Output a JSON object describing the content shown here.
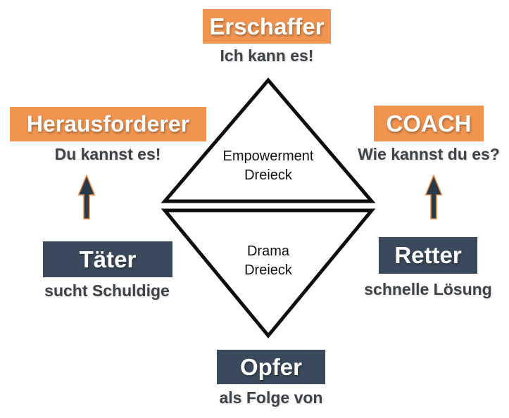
{
  "diagram": {
    "colors": {
      "orange": "#F09450",
      "navy": "#3A4A5C",
      "arrowFill": "#2B3A49",
      "arrowStroke": "#E8924E",
      "subtitleText": "#3F4347",
      "triangleStroke": "#0D0D0D"
    },
    "empowerment_triangle": {
      "label_line1": "Empowerment",
      "label_line2": "Dreieck",
      "roles": {
        "erschaffer": {
          "label": "Erschaffer",
          "subtitle": "Ich kann es!"
        },
        "herausforderer": {
          "label": "Herausforderer",
          "subtitle": "Du kannst es!"
        },
        "coach": {
          "label": "COACH",
          "subtitle": "Wie kannst du es?"
        }
      }
    },
    "drama_triangle": {
      "label_line1": "Drama",
      "label_line2": "Dreieck",
      "roles": {
        "taeter": {
          "label": "Täter",
          "subtitle": "sucht Schuldige"
        },
        "retter": {
          "label": "Retter",
          "subtitle": "schnelle Lösung"
        },
        "opfer": {
          "label": "Opfer",
          "subtitle": "als Folge von"
        }
      }
    }
  }
}
